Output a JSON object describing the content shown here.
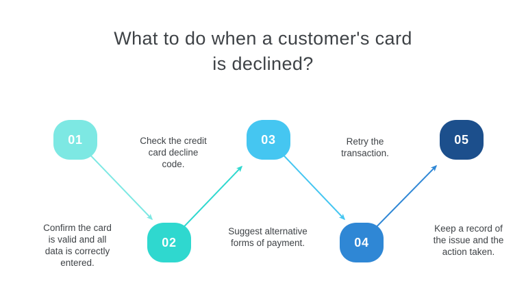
{
  "title": {
    "full": "What to do when a customer's card is declined?",
    "lines": [
      "What to do when a customer's card",
      "is declined?"
    ]
  },
  "steps": [
    {
      "number": "01",
      "color": "#7DE8E3",
      "description": "Confirm the card is valid and all data is correctly entered.",
      "lines": [
        "Confirm the card",
        "is valid and all",
        "data is correctly",
        "entered."
      ]
    },
    {
      "number": "02",
      "color": "#2FD8CF",
      "description": "Check the credit card decline code.",
      "lines": [
        "Check the credit",
        "card decline",
        "code."
      ]
    },
    {
      "number": "03",
      "color": "#45C6F1",
      "description": "Suggest alternative forms of payment.",
      "lines": [
        "Suggest alternative",
        "forms of payment."
      ]
    },
    {
      "number": "04",
      "color": "#2F87D5",
      "description": "Retry the transaction.",
      "lines": [
        "Retry the",
        "transaction."
      ]
    },
    {
      "number": "05",
      "color": "#1C4F8C",
      "description": "Keep a record of the issue and the action taken.",
      "lines": [
        "Keep a record of",
        "the issue and the",
        "action taken."
      ]
    }
  ],
  "connectors": [
    {
      "from": "01",
      "to": "02",
      "color": "#7DE8E3"
    },
    {
      "from": "02",
      "to": "03",
      "color": "#2FD8CF"
    },
    {
      "from": "03",
      "to": "04",
      "color": "#45C6F1"
    },
    {
      "from": "04",
      "to": "05",
      "color": "#2F87D5"
    }
  ],
  "colors": {
    "background": "#FFFFFF",
    "text": "#3E4246",
    "step_number_text": "#FFFFFF"
  }
}
